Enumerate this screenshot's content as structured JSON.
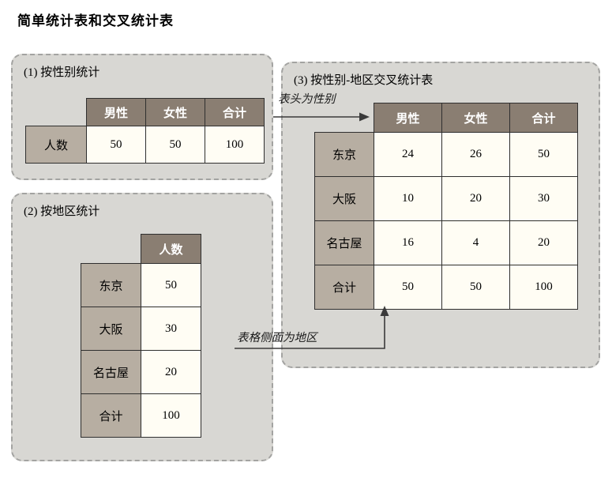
{
  "page_title": "简单统计表和交叉统计表",
  "panels": {
    "p1": {
      "label": "(1) 按性别统计",
      "table": {
        "col_headers": [
          "男性",
          "女性",
          "合计"
        ],
        "row_header": "人数",
        "values": [
          "50",
          "50",
          "100"
        ]
      }
    },
    "p2": {
      "label": "(2) 按地区统计",
      "table": {
        "col_header": "人数",
        "rows": [
          {
            "label": "东京",
            "value": "50"
          },
          {
            "label": "大阪",
            "value": "30"
          },
          {
            "label": "名古屋",
            "value": "20"
          },
          {
            "label": "合计",
            "value": "100"
          }
        ]
      }
    },
    "p3": {
      "label": "(3) 按性别-地区交叉统计表",
      "table": {
        "col_headers": [
          "男性",
          "女性",
          "合计"
        ],
        "rows": [
          {
            "label": "东京",
            "values": [
              "24",
              "26",
              "50"
            ]
          },
          {
            "label": "大阪",
            "values": [
              "10",
              "20",
              "30"
            ]
          },
          {
            "label": "名古屋",
            "values": [
              "16",
              "4",
              "20"
            ]
          },
          {
            "label": "合计",
            "values": [
              "50",
              "50",
              "100"
            ]
          }
        ]
      }
    }
  },
  "annotations": {
    "header_note": "表头为性别",
    "side_note": "表格侧面为地区"
  },
  "colors": {
    "panel_bg": "#d8d7d3",
    "panel_border": "#a3a3a1",
    "header_bg": "#8a7e72",
    "rowlabel_bg": "#b7aea2",
    "cell_bg": "#fffdf4",
    "grid_border": "#2f2f2f",
    "arrow": "#3a3a3a"
  }
}
